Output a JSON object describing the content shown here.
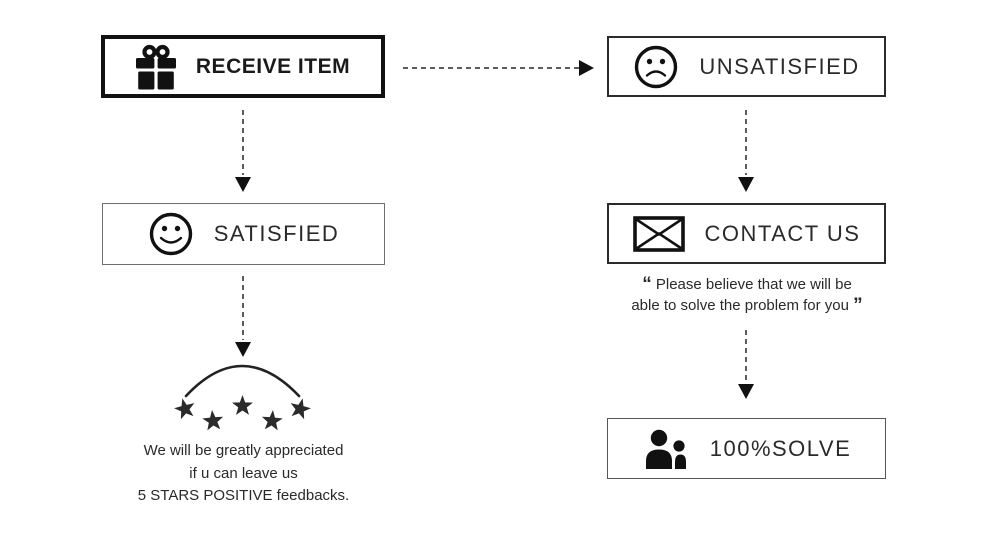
{
  "diagram_title": "feedback-flow",
  "boxes": {
    "receive": {
      "label": "RECEIVE ITEM",
      "icon": "gift-icon"
    },
    "unsatisfied": {
      "label": "UNSATISFIED",
      "icon": "sad-face-icon"
    },
    "satisfied": {
      "label": "SATISFIED",
      "icon": "smiley-face-icon"
    },
    "contact": {
      "label": "CONTACT US",
      "icon": "envelope-icon"
    },
    "solve": {
      "label": "100%SOLVE",
      "icon": "people-icon"
    }
  },
  "quote": {
    "open": "“",
    "line1": "Please believe that we will be",
    "line2": "able to solve the problem for you",
    "close": "”"
  },
  "appreciation": {
    "line1": "We will be greatly appreciated",
    "line2": "if u can leave us",
    "line3": "5 STARS POSITIVE feedbacks."
  },
  "stars": {
    "count": 5,
    "style": "arc-over-five-stars"
  },
  "connectors": [
    "receive-to-unsatisfied-right",
    "receive-to-satisfied-down",
    "unsatisfied-to-contact-down",
    "satisfied-to-stars-down",
    "quote-to-solve-down"
  ],
  "colors": {
    "ink": "#1a1a1a",
    "dash": "#5c5c5c",
    "background": "#ffffff"
  }
}
